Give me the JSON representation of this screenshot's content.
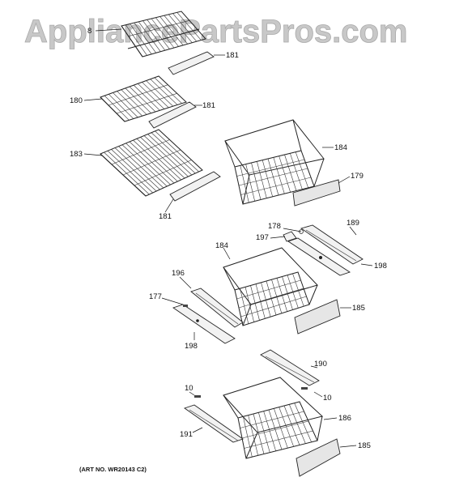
{
  "watermark": "AppliancePartsPros.com",
  "art_number": "(ART NO. WR20143 C2)",
  "callouts": {
    "c8": "8",
    "c181a": "181",
    "c180": "180",
    "c181b": "181",
    "c183": "183",
    "c181c": "181",
    "c184a": "184",
    "c179": "179",
    "c178": "178",
    "c189": "189",
    "c197": "197",
    "c198a": "198",
    "c184b": "184",
    "c196": "196",
    "c177": "177",
    "c185a": "185",
    "c198b": "198",
    "c190": "190",
    "c10a": "10",
    "c10b": "10",
    "c186": "186",
    "c191": "191",
    "c185b": "185"
  }
}
